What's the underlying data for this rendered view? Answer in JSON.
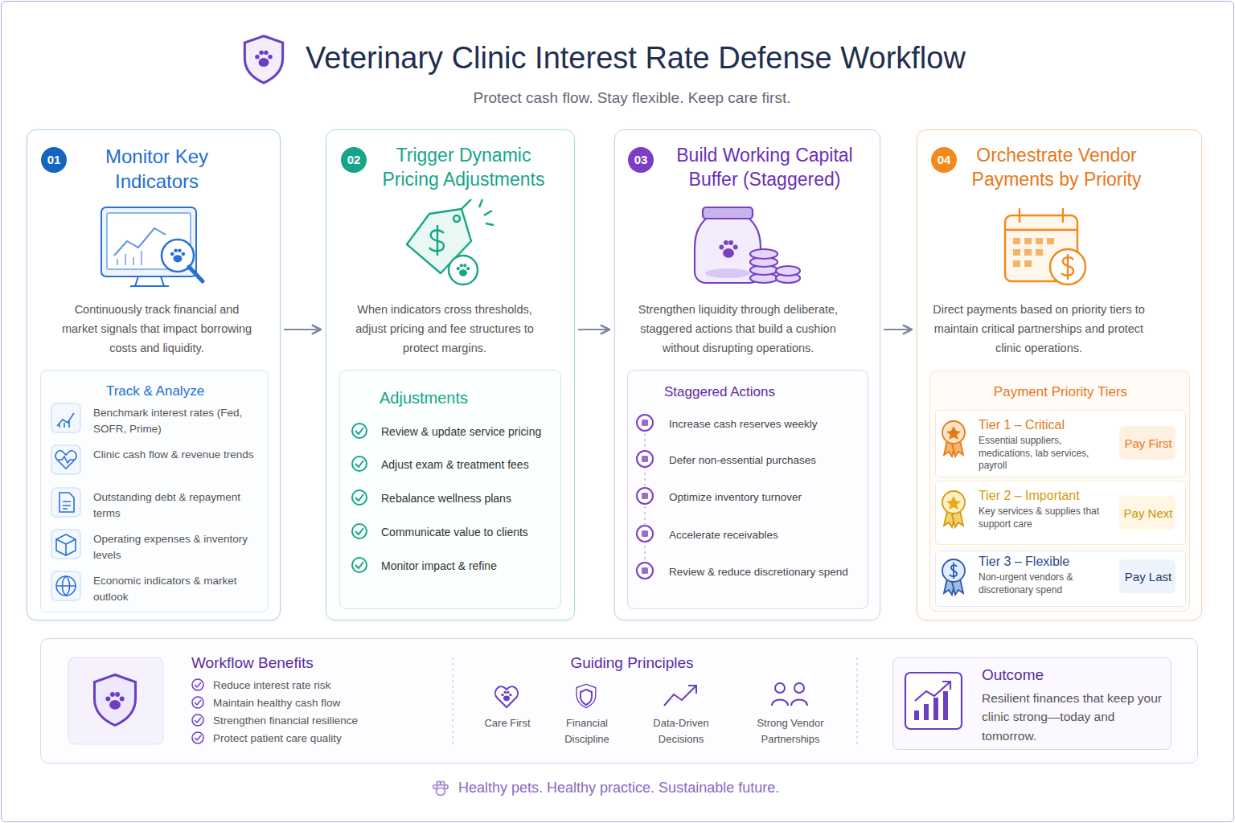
{
  "diagram": {
    "title": "Veterinary Clinic Interest Rate Defense Workflow",
    "caption": "Healthy pets. Healthy practice. Sustainable future.",
    "nodes": [
      {
        "text": [
          "01",
          "Monitor Key Indicators",
          "Continuously track financial and market signals that impact borrowing costs and liquidity."
        ]
      },
      {
        "text": [
          "Track & Analyze",
          "Benchmark interest rates (Fed, SOFR, Prime)",
          "Clinic cash flow & revenue trends",
          "Outstanding debt & repayment terms",
          "Operating expenses & inventory levels",
          "Economic indicators & market outlook"
        ],
        "in": 0
      },
      {
        "text": [
          "02",
          "Trigger Dynamic Pricing Adjustments",
          "When indicators cross thresholds, adjust pricing and fee structures to protect margins."
        ]
      },
      {
        "text": [
          "Adjustments",
          "Review & update service pricing",
          "Adjust exam & treatment fees",
          "Rebalance wellness plans",
          "Communicate value to clients",
          "Monitor impact & refine"
        ],
        "in": 2
      },
      {
        "text": [
          "03",
          "Build Working Capital Buffer (Staggered)",
          "Strengthen liquidity through deliberate, staggered actions that build a cushion without disrupting operations."
        ]
      },
      {
        "text": [
          "Staggered Actions",
          "Increase cash reserves weekly",
          "Defer non-essential purchases",
          "Optimize inventory turnover",
          "Accelerate receivables",
          "Review & reduce discretionary spend"
        ],
        "in": 4
      },
      {
        "text": [
          "04",
          "Orchestrate Vendor Payments by Priority",
          "Direct payments based on priority tiers to maintain critical partnerships and protect clinic operations."
        ]
      },
      {
        "text": [
          "Payment Priority Tiers"
        ],
        "in": 6
      },
      {
        "text": [
          "Tier 1 – Critical",
          "Essential suppliers, medications, lab services, payroll"
        ],
        "in": 7
      },
      {
        "text": [
          "Pay First"
        ],
        "in": 8
      },
      {
        "text": [
          "Tier 2 – Important",
          "Key services & supplies that support care"
        ],
        "in": 7
      },
      {
        "text": [
          "Pay Next"
        ],
        "in": 10
      },
      {
        "text": [
          "Tier 3 – Flexible",
          "Non-urgent vendors & discretionary spend"
        ],
        "in": 7
      },
      {
        "text": [
          "Pay Last"
        ],
        "in": 12
      },
      {
        "text": [
          "Workflow Benefits",
          "Reduce interest rate risk",
          "Maintain healthy cash flow",
          "Strengthen financial resilience",
          "Protect patient care quality",
          "Guiding Principles",
          "Care First",
          "Financial Discipline",
          "Data-Driven Decisions",
          "Strong Vendor Partnerships"
        ]
      },
      {
        "text": [
          "Outcome",
          "Resilient finances that keep your clinic strong—today and tomorrow."
        ],
        "in": 14
      }
    ],
    "edges": [
      {
        "from": 0,
        "to": 2,
        "arrow": "to"
      },
      {
        "from": 2,
        "to": 4,
        "arrow": "to"
      },
      {
        "from": 4,
        "to": 6,
        "arrow": "to"
      }
    ],
    "labels": [
      "Protect cash flow. Stay flexible. Keep care first."
    ]
  }
}
